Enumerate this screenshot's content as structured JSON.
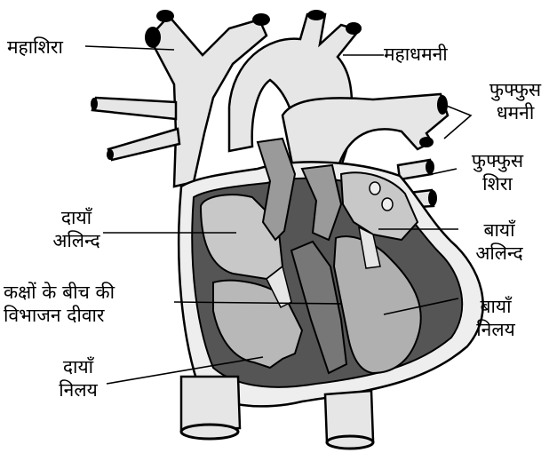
{
  "labels": {
    "vena_cava": "महाशिरा",
    "aorta": "महाधमनी",
    "pulmonary_artery_line1": "फुफ्फुस",
    "pulmonary_artery_line2": "धमनी",
    "pulmonary_vein_line1": "फुफ्फुस",
    "pulmonary_vein_line2": "शिरा",
    "right_atrium_line1": "दायाँ",
    "right_atrium_line2": "अलिन्द",
    "left_atrium_line1": "बायाँ",
    "left_atrium_line2": "अलिन्द",
    "septum_line1": "कक्षों के बीच की",
    "septum_line2": "विभाजन दीवार",
    "left_ventricle_line1": "बायाँ",
    "left_ventricle_line2": "निलय",
    "right_ventricle_line1": "दायाँ",
    "right_ventricle_line2": "निलय"
  },
  "colors": {
    "outline": "#000000",
    "vessel_fill": "#e6e6e6",
    "wall_dark": "#555555",
    "chamber_light": "#c8c8c8",
    "chamber_mid": "#b0b0b0"
  }
}
